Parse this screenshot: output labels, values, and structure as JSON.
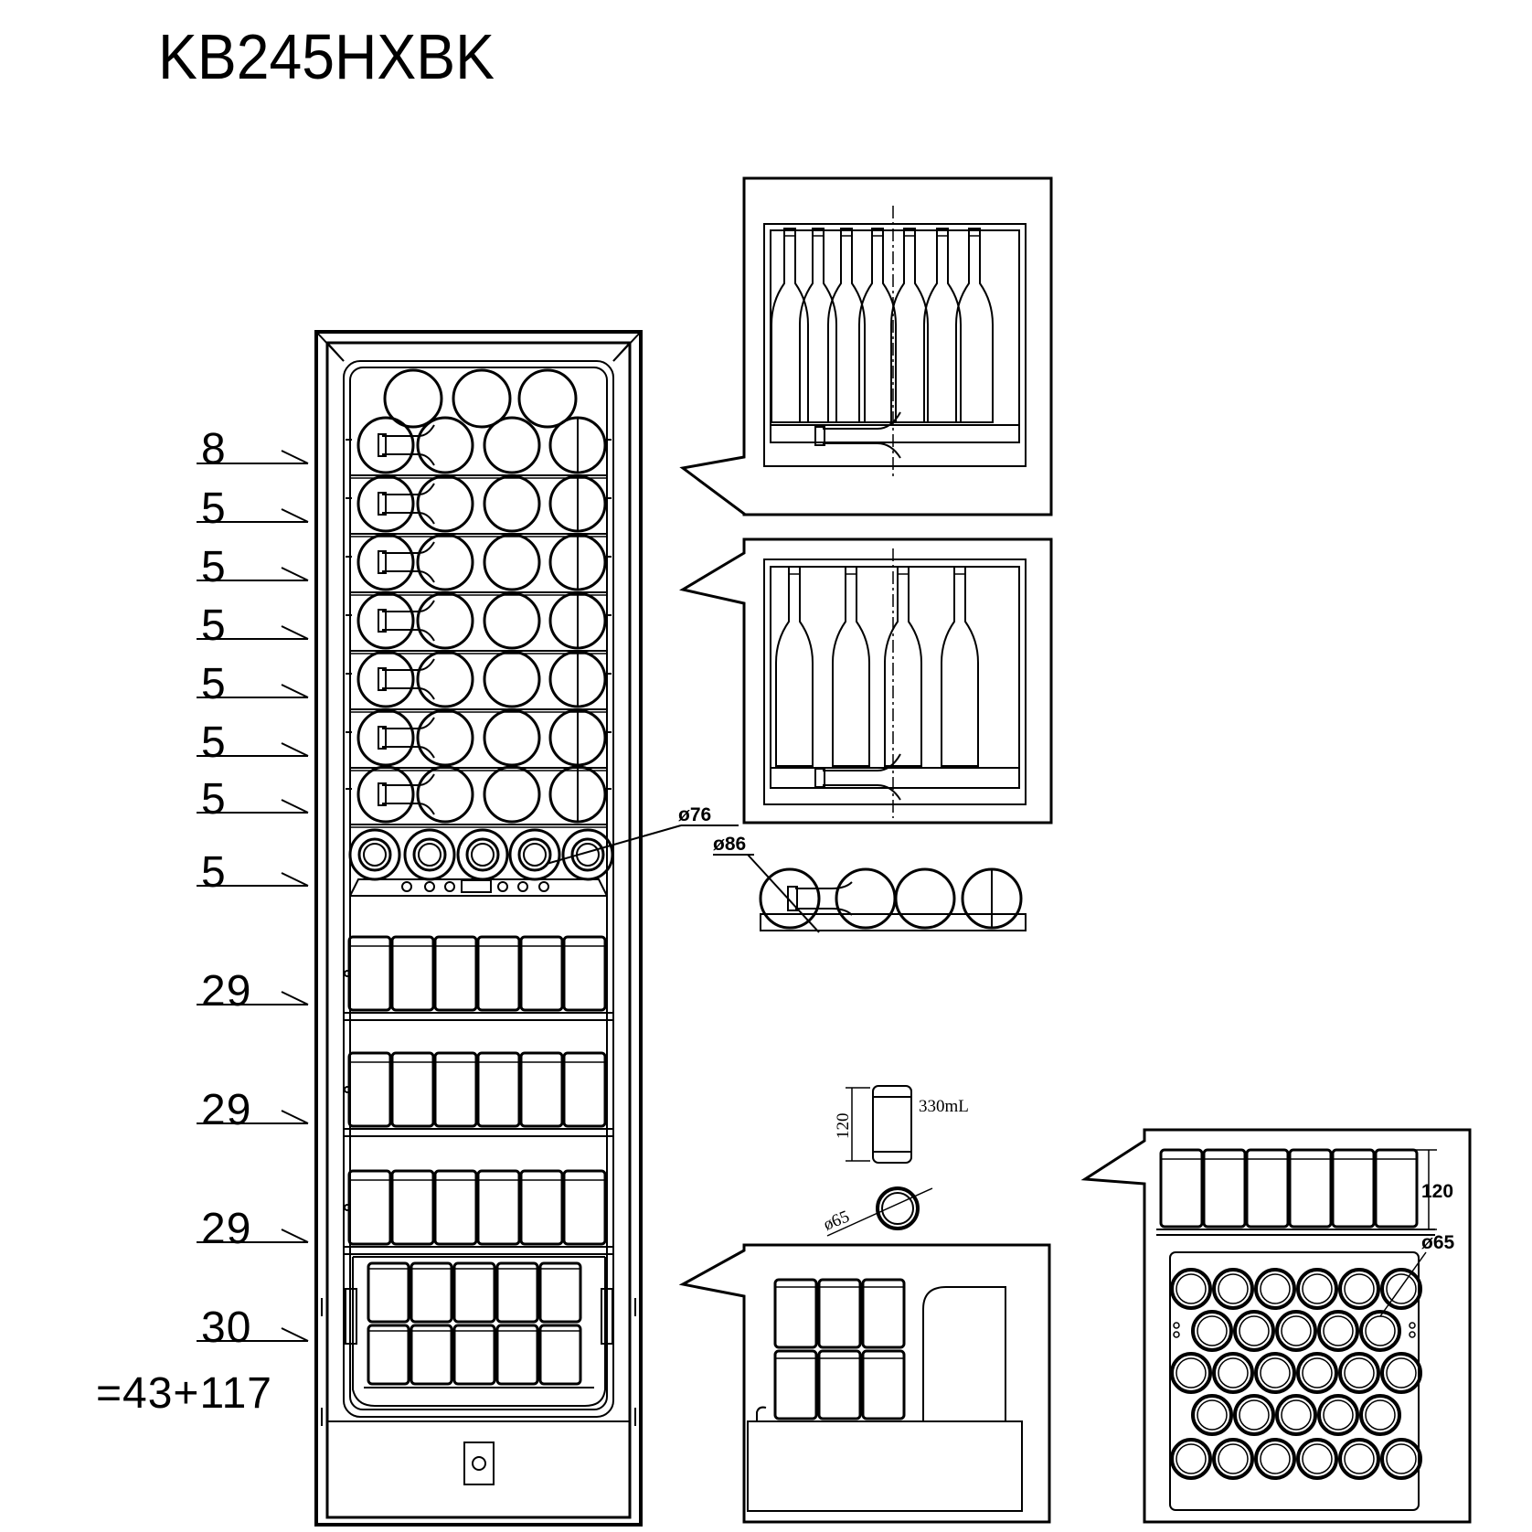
{
  "model": "KB245HXBK",
  "shelf_counts": [
    "8",
    "5",
    "5",
    "5",
    "5",
    "5",
    "5",
    "5",
    "29",
    "29",
    "29",
    "30"
  ],
  "total": "=43+117",
  "dims": {
    "bottle_dia_small": "ø76",
    "bottle_dia_large": "ø86",
    "can_volume": "330mL",
    "can_height": "120",
    "can_dia": "ø65",
    "detail_height": "120",
    "detail_dia": "ø65"
  }
}
